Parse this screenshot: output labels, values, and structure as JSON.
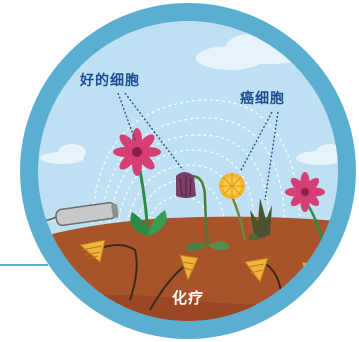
{
  "labels": {
    "good_cells": "好的细胞",
    "cancer_cells": "癌细胞",
    "chemotherapy": "化疗"
  },
  "icons": {
    "emitter": "chemo-spray-tube-icon",
    "good_flower_pink": "pink-daisy-icon",
    "good_flower_purple": "purple-bellflower-icon",
    "cancer_flower_yellow": "dandelion-icon",
    "cancer_flower_pink": "pink-daisy-icon",
    "weed": "dark-weed-icon",
    "wilted_flowers": "wilted-flower-icon"
  },
  "colors": {
    "ring": "#5aaed0",
    "sky": "#bfe0f2",
    "soil": "#a8532a",
    "soil_dark": "#8b3f1e",
    "label": "#1d4e8f",
    "good_pink": "#d63f74",
    "cancer_yellow": "#f5b52e",
    "purple": "#7b3e67",
    "leaf_green": "#2e8b45",
    "spray_lines": "#ffffff"
  }
}
